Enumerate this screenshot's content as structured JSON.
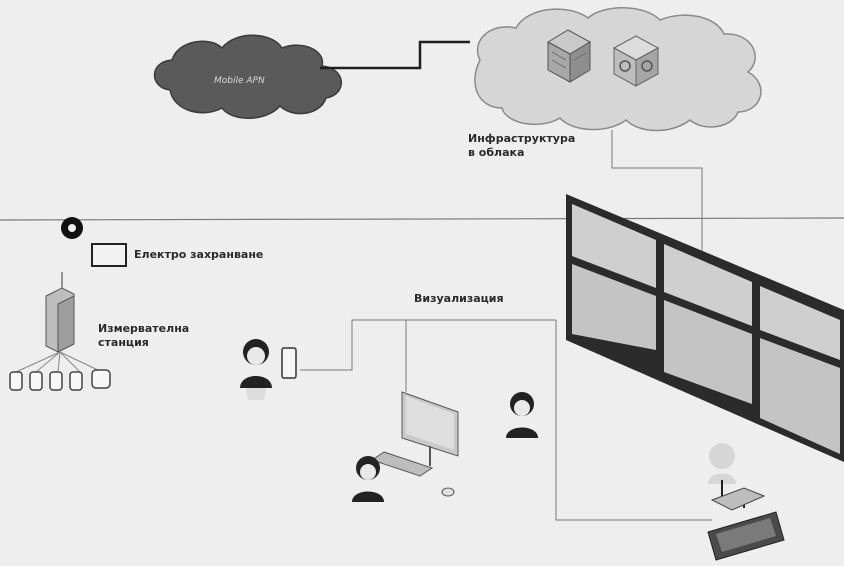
{
  "clouds": {
    "mobile_apn": "Mobile APN",
    "infrastructure": "Инфраструктура\nв облака"
  },
  "legend": {
    "power_label": "Електро захранване"
  },
  "station": {
    "label": "Измервателна\nстанция"
  },
  "visualization": {
    "label": "Визуализация"
  },
  "icons": [
    "cloud-icon",
    "server-cube-icon",
    "gear-cube-icon",
    "video-wall-icon",
    "measuring-station-icon",
    "sensor-icon",
    "person-icon",
    "tablet-icon",
    "desktop-computer-icon",
    "laptop-icon",
    "power-box-icon"
  ]
}
